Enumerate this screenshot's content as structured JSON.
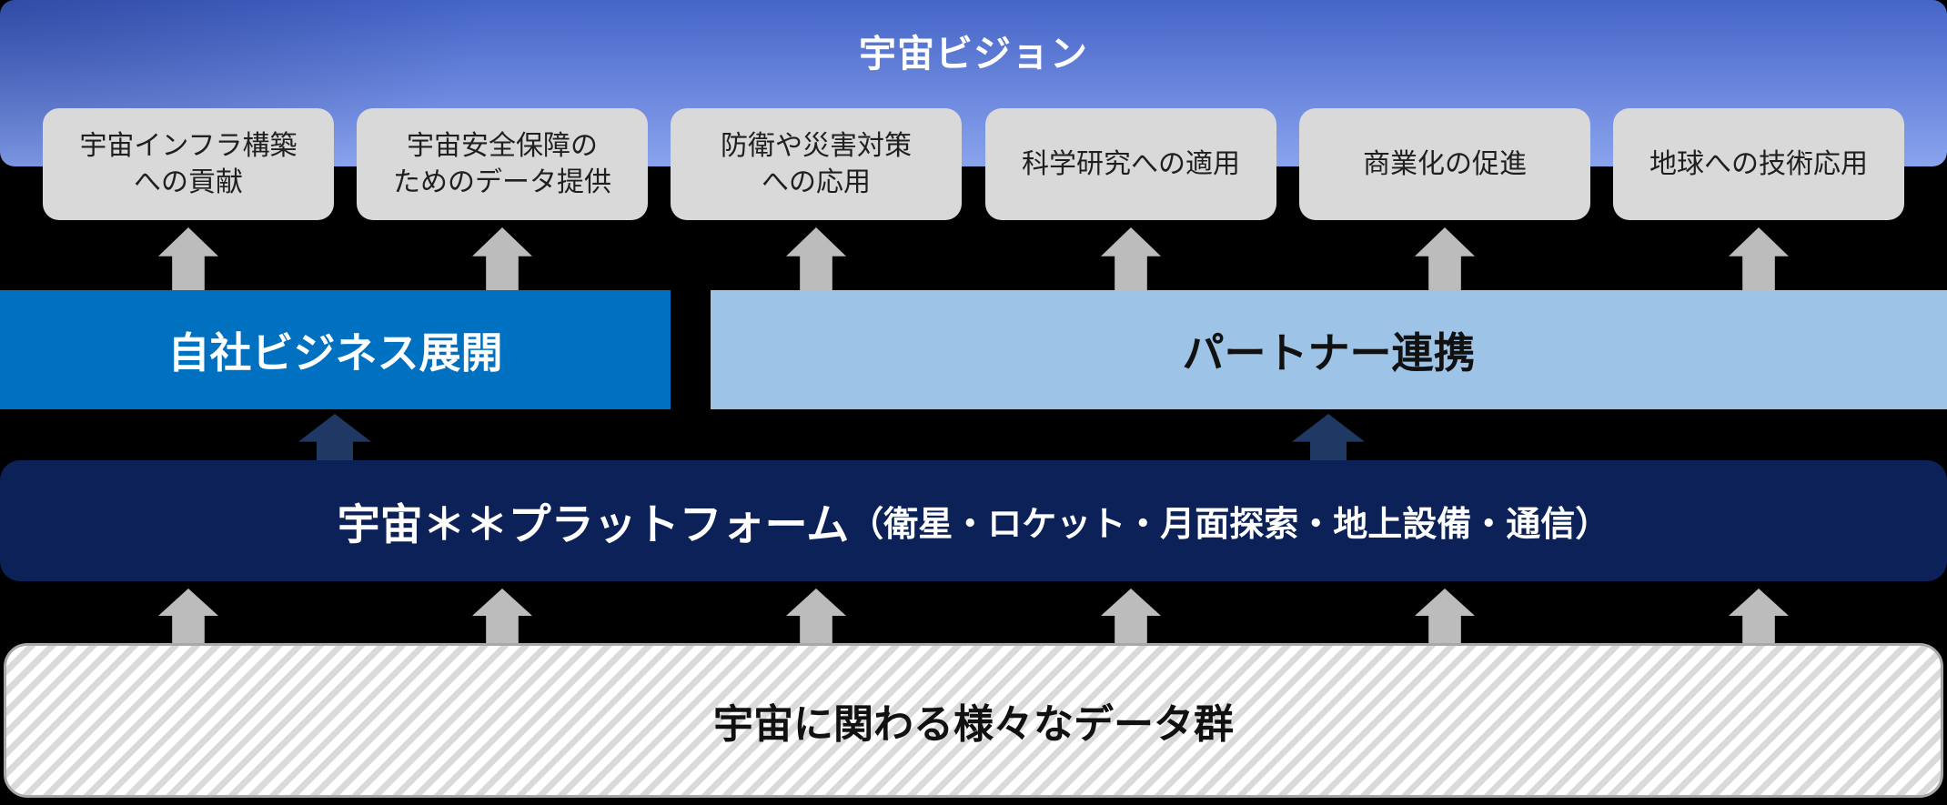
{
  "colors": {
    "page_background": "#000000",
    "banner_gradient_top": "#3c56b0",
    "banner_gradient_bottom": "#8aa3ed",
    "vision_box_background": "#d9d9d9",
    "gray_arrow": "#bcbcbc",
    "navy_arrow": "#203864",
    "own_business_bar": "#0070c0",
    "partner_bar": "#9dc3e6",
    "platform_bar": "#0b2158",
    "data_box_border": "#a8a8a8",
    "data_box_stripe": "#dadada",
    "light_text": "#ffffff",
    "dark_text": "#1f1f1f"
  },
  "banner": {
    "title": "宇宙ビジョン"
  },
  "vision_boxes": [
    {
      "label": "宇宙インフラ構築\nへの貢献"
    },
    {
      "label": "宇宙安全保障の\nためのデータ提供"
    },
    {
      "label": "防衛や災害対策\nへの応用"
    },
    {
      "label": "科学研究への適用"
    },
    {
      "label": "商業化の促進"
    },
    {
      "label": "地球への技術応用"
    }
  ],
  "business_bars": {
    "own_business": "自社ビジネス展開",
    "partner": "パートナー連携"
  },
  "platform_bar": {
    "main": "宇宙＊＊プラットフォーム",
    "detail": "（衛星・ロケット・月面探索・地上設備・通信）"
  },
  "data_box": {
    "label": "宇宙に関わる様々なデータ群"
  }
}
